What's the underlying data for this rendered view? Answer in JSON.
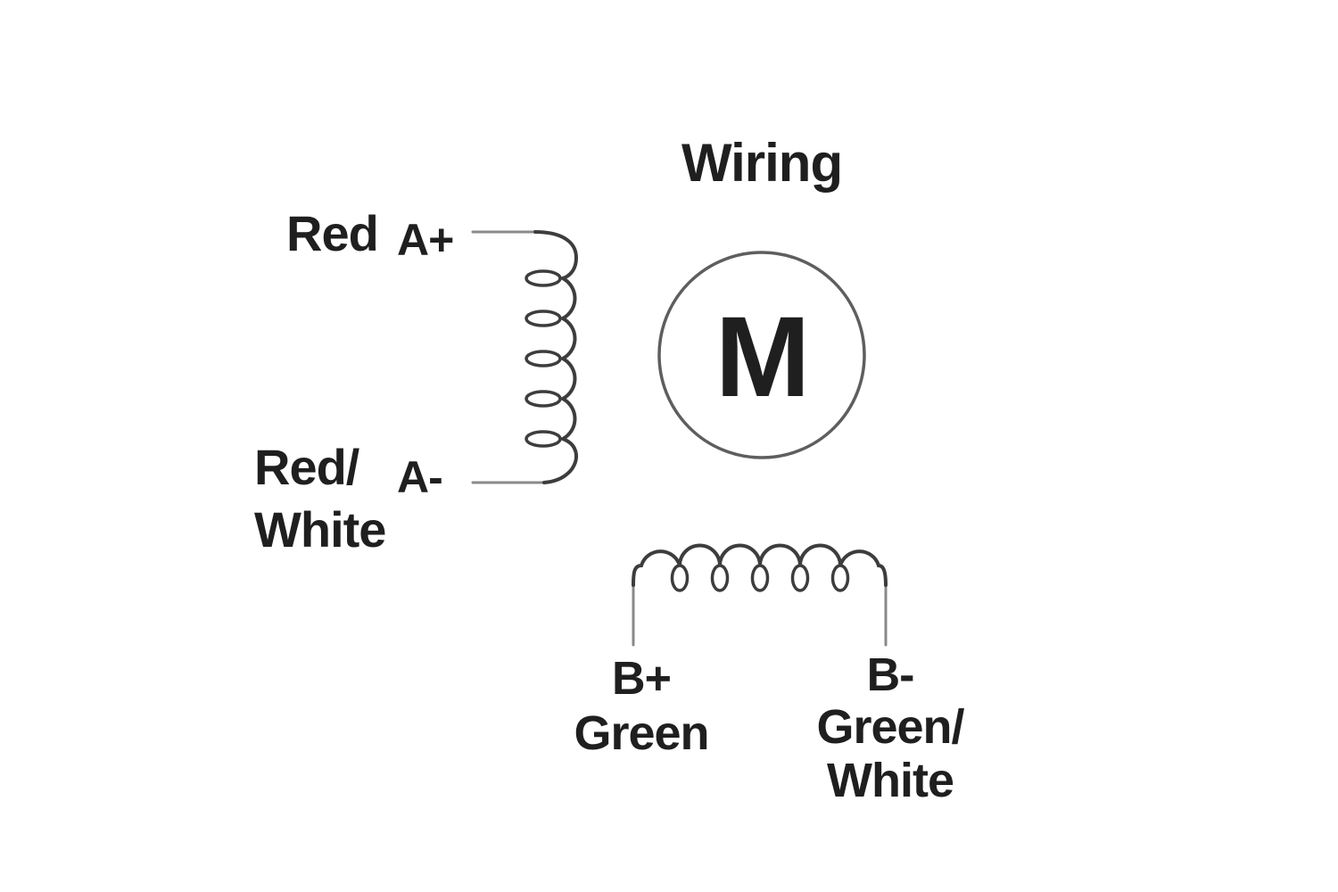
{
  "colors": {
    "background": "#ffffff",
    "ink": "#1f1f1f",
    "wire_lead": "#8a8a8a",
    "wire_coil": "#3d3d3d",
    "motor_outline": "#5e5e5e"
  },
  "diagram": {
    "title": "Wiring",
    "motor_symbol": "M",
    "phase_a": {
      "positive_pin": "A+",
      "positive_wire": "Red",
      "negative_pin": "A-",
      "negative_wire": "Red/\nWhite"
    },
    "phase_b": {
      "positive_pin": "B+",
      "positive_wire": "Green",
      "negative_pin": "B-",
      "negative_wire": "Green/\nWhite"
    }
  }
}
